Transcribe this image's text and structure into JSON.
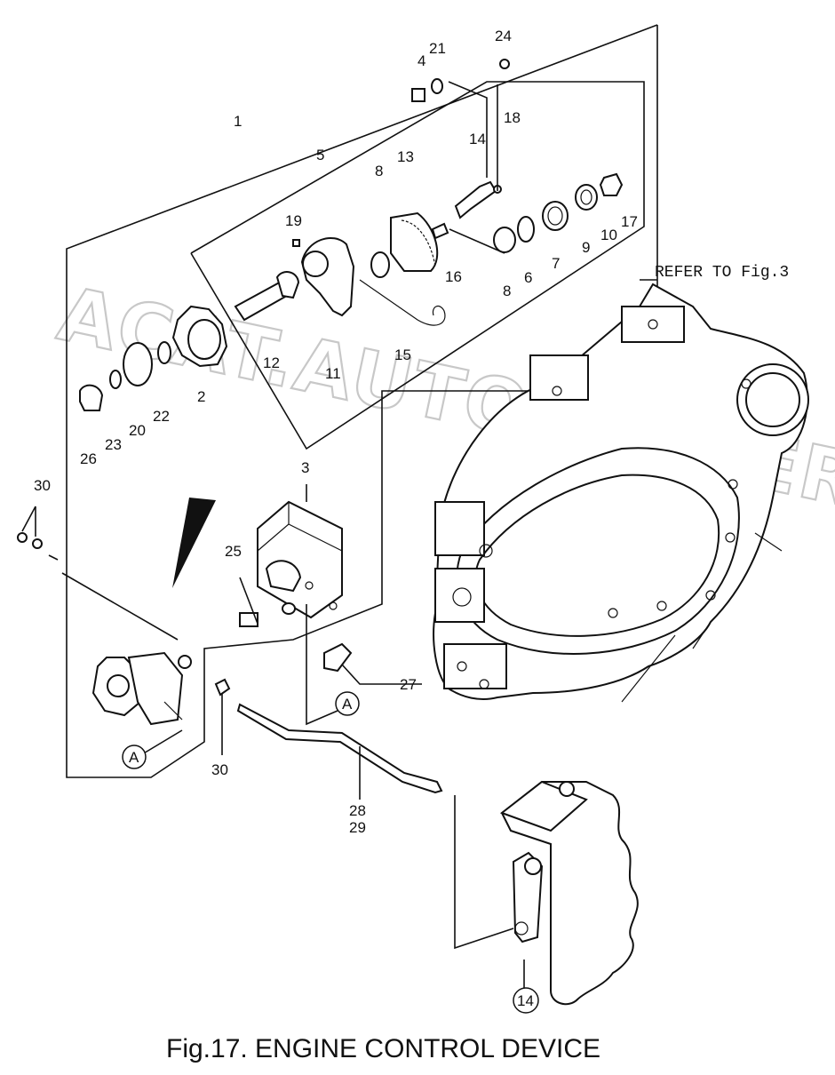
{
  "diagram": {
    "caption": "Fig.17.  ENGINE CONTROL DEVICE",
    "refer_note": "REFER TO Fig.3",
    "watermark": "ACAT.AUTODEALER.RU",
    "part_labels": {
      "p1": "1",
      "p2": "2",
      "p3": "3",
      "p4": "4",
      "p5": "5",
      "p6": "6",
      "p7": "7",
      "p8a": "8",
      "p8b": "8",
      "p9": "9",
      "p10": "10",
      "p11": "11",
      "p12": "12",
      "p13": "13",
      "p14": "14",
      "p15": "15",
      "p16": "16",
      "p17": "17",
      "p18": "18",
      "p19": "19",
      "p20": "20",
      "p21": "21",
      "p22": "22",
      "p23": "23",
      "p24": "24",
      "p25": "25",
      "p26": "26",
      "p27": "27",
      "p28": "28",
      "p29": "29",
      "p30a": "30",
      "p30b": "30"
    },
    "callouts": {
      "a1": "A",
      "a2": "A",
      "ref14": "14"
    }
  }
}
